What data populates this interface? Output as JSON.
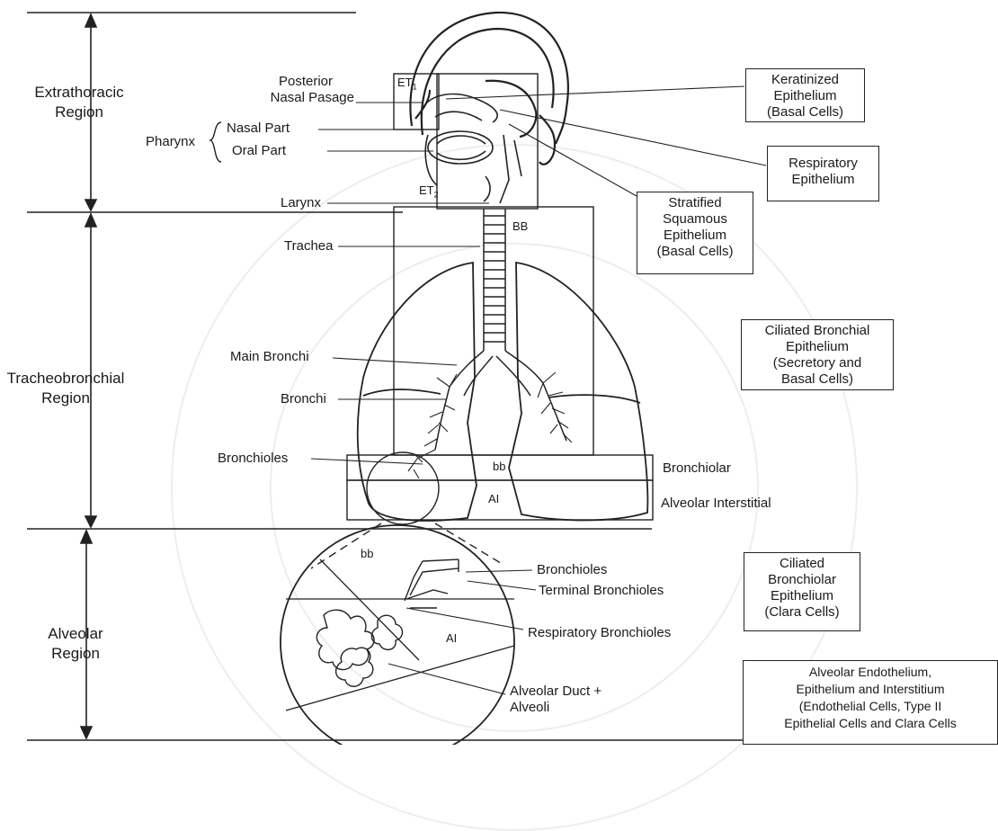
{
  "regions": {
    "extrathoracic": [
      "Extrathoracic",
      "Region"
    ],
    "tracheobronchial": [
      "Tracheobronchial",
      "Region"
    ],
    "alveolar": [
      "Alveolar",
      "Region"
    ]
  },
  "labels": {
    "posterior_nasal": [
      "Posterior",
      "Nasal Pasage"
    ],
    "pharynx": "Pharynx",
    "nasal_part": "Nasal Part",
    "oral_part": "Oral Part",
    "larynx": "Larynx",
    "trachea": "Trachea",
    "main_bronchi": "Main Bronchi",
    "bronchi": "Bronchi",
    "bronchioles": "Bronchioles",
    "bronchiolar": "Bronchiolar",
    "alveolar_interstitial": "Alveolar Interstitial",
    "detail_bronchioles": "Bronchioles",
    "terminal_bronchioles": "Terminal Bronchioles",
    "respiratory_bronchioles": "Respiratory Bronchioles",
    "alveolar_duct": [
      "Alveolar Duct +",
      "Alveoli"
    ]
  },
  "region_tags": {
    "et1": "ET",
    "et1_sub": "1",
    "et2": "ET",
    "et2_sub": "2",
    "bb_upper": "BB",
    "bb_lower": "bb",
    "ai_lower": "AI",
    "bb_detail": "bb",
    "ai_detail": "AI"
  },
  "epithelium_boxes": {
    "keratinized": [
      "Keratinized",
      "Epithelium",
      "(Basal Cells)"
    ],
    "respiratory": [
      "Respiratory",
      "Epithelium"
    ],
    "stratified": [
      "Stratified",
      "Squamous",
      "Epithelium",
      "(Basal Cells)"
    ],
    "ciliated_bronchial": [
      "Ciliated Bronchial",
      "Epithelium",
      "(Secretory and",
      "Basal Cells)"
    ],
    "ciliated_bronchiolar": [
      "Ciliated",
      "Bronchiolar",
      "Epithelium",
      "(Clara Cells)"
    ],
    "alveolar_endothelium": [
      "Alveolar Endothelium,",
      "Epithelium and Interstitium",
      "(Endothelial Cells, Type II",
      "Epithelial Cells and Clara Cells"
    ]
  }
}
